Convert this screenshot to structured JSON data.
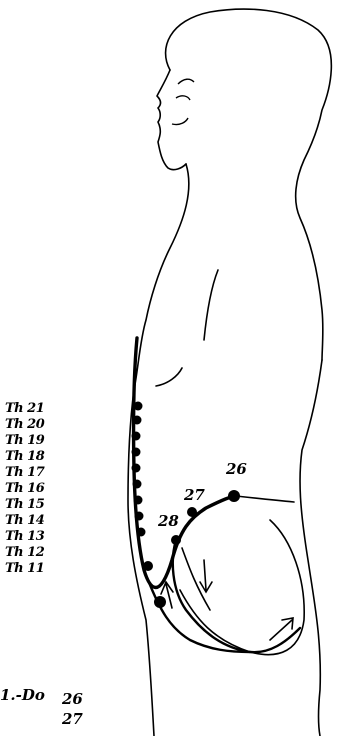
{
  "diagram": {
    "vertebra_labels": [
      "Th 21",
      "Th 20",
      "Th 19",
      "Th 18",
      "Th 17",
      "Th 16",
      "Th 15",
      "Th 14",
      "Th 13",
      "Th 12",
      "Th 11"
    ],
    "points": {
      "p26": "26",
      "p27": "27",
      "p28": "28"
    },
    "bottom_label": {
      "prefix": "1.-Do",
      "n1": "26",
      "n2": "27"
    },
    "line_color": "#000000"
  }
}
